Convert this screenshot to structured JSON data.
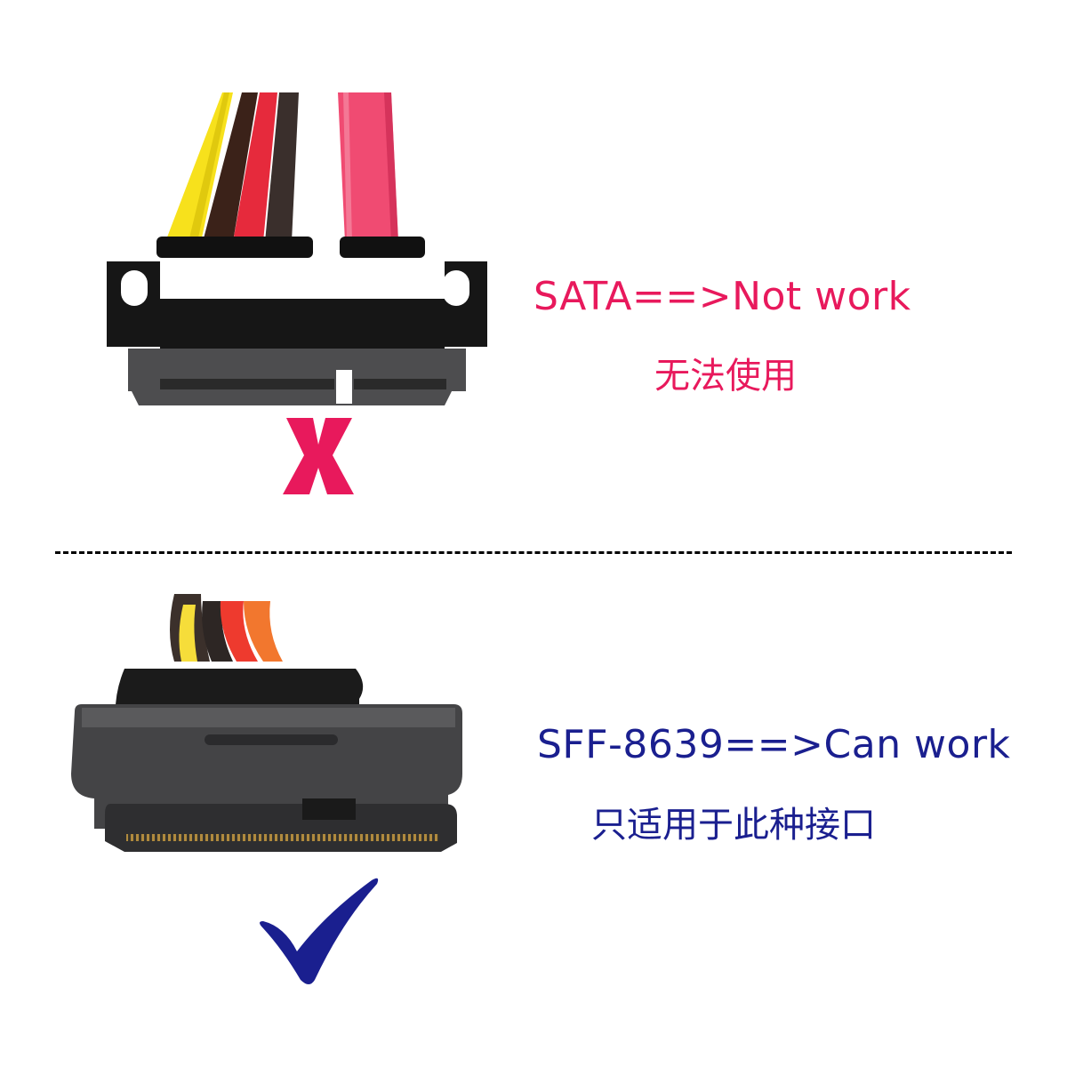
{
  "sata": {
    "label": "SATA==>Not work",
    "label_zh": "无法使用",
    "status": "not-supported",
    "mark_icon": "cross-icon",
    "color": "#e8195c"
  },
  "sff": {
    "label": "SFF-8639==>Can work",
    "label_zh": "只适用于此种接口",
    "status": "supported",
    "mark_icon": "checkmark-icon",
    "color": "#1a1f8f"
  }
}
